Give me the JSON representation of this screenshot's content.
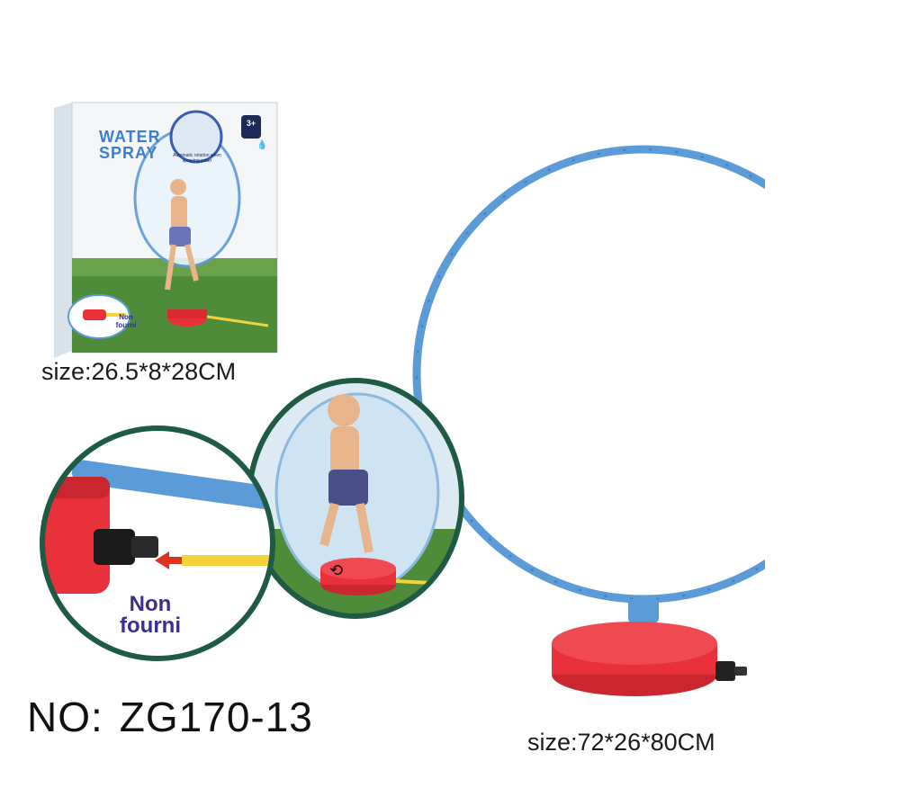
{
  "package": {
    "title_line1": "WATER",
    "title_line2": "SPRAY",
    "badge_text": "Automatic rotation when spraying water",
    "age_badge": "3+",
    "size_label": "size:26.5*8*28CM",
    "box_not_included": "Non fourni"
  },
  "detail_callout": {
    "not_included": [
      "Non",
      "fourni"
    ]
  },
  "product": {
    "size_label": "size:72*26*80CM",
    "model_label": "NO:",
    "model_number": "ZG170-13"
  },
  "colors": {
    "hoop_blue": "#5b9bd8",
    "base_red": "#e8313a",
    "circle_border": "#1f5a44",
    "grass": "#4f8c3a",
    "hose_yellow": "#f2d33a",
    "arrow_red": "#e0301e"
  },
  "icons": [
    "water-droplet-icon",
    "rotation-arrow-icon",
    "hose-connector-icon"
  ]
}
